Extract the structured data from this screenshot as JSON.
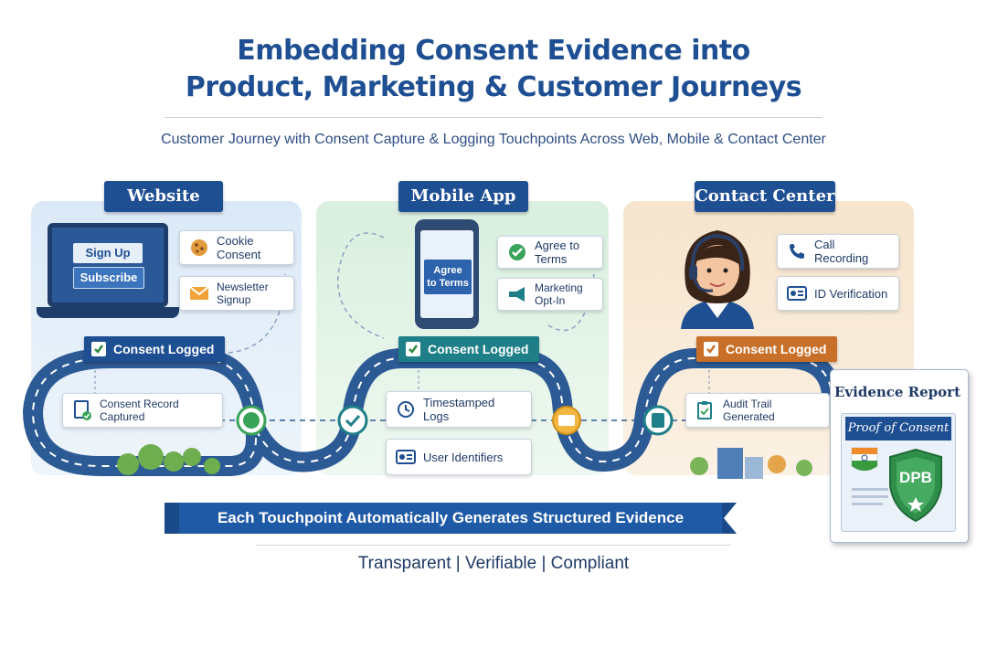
{
  "title_line1": "Embedding Consent Evidence into",
  "title_line2": "Product, Marketing & Customer Journeys",
  "subtitle": "Customer Journey with Consent Capture & Logging Touchpoints Across Web, Mobile & Contact Center",
  "website": {
    "header": "Website",
    "sign_up": "Sign Up",
    "subscribe": "Subscribe",
    "cards": [
      "Cookie Consent",
      "Newsletter Signup"
    ],
    "badge": "Consent Logged",
    "record": "Consent Record Captured"
  },
  "mobile": {
    "header": "Mobile App",
    "phone_btn_line1": "Agree",
    "phone_btn_line2": "to Terms",
    "cards": [
      "Agree to Terms",
      "Marketing Opt-In"
    ],
    "badge": "Consent Logged",
    "logs": [
      "Timestamped Logs",
      "User Identifiers"
    ]
  },
  "contact": {
    "header": "Contact Center",
    "cards": [
      "Call Recording",
      "ID Verification"
    ],
    "badge": "Consent Logged",
    "audit": "Audit Trail Generated"
  },
  "report": {
    "title": "Evidence Report",
    "proof": "Proof of Consent",
    "seal": "DPB"
  },
  "banner": "Each Touchpoint Automatically Generates Structured Evidence",
  "tagline": "Transparent | Verifiable | Compliant",
  "colors": {
    "navy": "#1f4f93",
    "teal_badge": "#1e7f88",
    "orange_badge": "#c8702a",
    "green_node": "#3aa35a",
    "road": "#2c5a95"
  }
}
